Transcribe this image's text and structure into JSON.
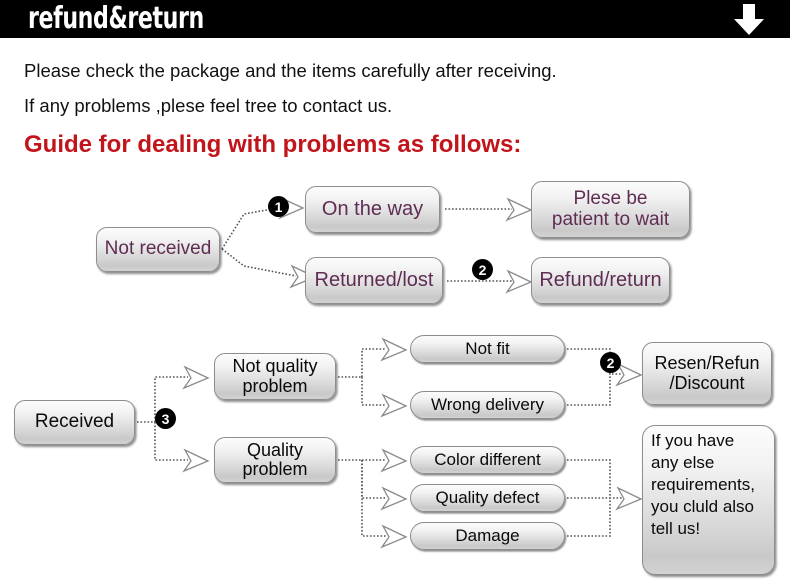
{
  "header": {
    "title": "refund&return",
    "arrow_icon": "down-arrow-icon"
  },
  "intro": {
    "line1": "Please check the package and the items carefully after receiving.",
    "line2": "If any problems ,plese feel tree to contact us.",
    "guide_heading": "Guide for dealing with problems as follows:"
  },
  "colors": {
    "header_bg": "#000000",
    "header_text": "#ffffff",
    "guide_heading": "#c1151b",
    "body_text": "#111111",
    "box_text_purple": "#5f2d54",
    "box_text_dark": "#0a0a0a",
    "box_border": "#8d8d8d",
    "connector": "#555555",
    "step_badge_bg": "#000000"
  },
  "flow_not_received": {
    "start": "Not received",
    "step1": "1",
    "step2": "2",
    "branches": [
      {
        "condition": "On the way",
        "result": "Plese be\npatient to wait",
        "result_line1": "Plese be",
        "result_line2": "patient to wait"
      },
      {
        "condition": "Returned/lost",
        "result": "Refund/return"
      }
    ]
  },
  "flow_received": {
    "start": "Received",
    "step3": "3",
    "step2": "2",
    "categories": [
      {
        "label_line1": "Not quality",
        "label_line2": "problem",
        "issues": [
          "Not fit",
          "Wrong delivery"
        ]
      },
      {
        "label_line1": "Quality",
        "label_line2": "problem",
        "issues": [
          "Color different",
          "Quality defect",
          "Damage"
        ]
      }
    ],
    "outcomes": [
      {
        "line1": "Resen/Refun",
        "line2": "/Discount"
      },
      {
        "text": "If you have any else requirements, you cluld also tell us!",
        "lines": [
          "If you have",
          "any else",
          "requirements,",
          "you cluld also",
          "tell us!"
        ]
      }
    ]
  }
}
